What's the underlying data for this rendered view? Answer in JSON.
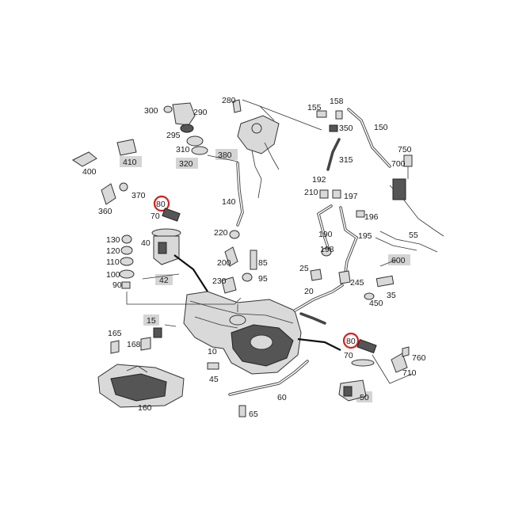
{
  "callouts": {
    "l300": "300",
    "l290": "290",
    "l280": "280",
    "l295": "295",
    "l310": "310",
    "l380": "380",
    "l320": "320",
    "l155": "155",
    "l158": "158",
    "l350": "350",
    "l150": "150",
    "l315": "315",
    "l400": "400",
    "l410": "410",
    "l750": "750",
    "l700": "700",
    "l192": "192",
    "l210": "210",
    "l197": "197",
    "l196": "196",
    "l140": "140",
    "l370": "370",
    "l360": "360",
    "l80a": "80",
    "l70a": "70",
    "l190": "190",
    "l195": "195",
    "l55": "55",
    "l220": "220",
    "l130": "130",
    "l40": "40",
    "l120": "120",
    "l110": "110",
    "l100": "100",
    "l90": "90",
    "l200": "200",
    "l85": "85",
    "l95": "95",
    "l230": "230",
    "l198": "198",
    "l600": "600",
    "l25": "25",
    "l245": "245",
    "l42": "42",
    "l20": "20",
    "l450": "450",
    "l35": "35",
    "l15": "15",
    "l165": "165",
    "l168": "168",
    "l80b": "80",
    "l760": "760",
    "l10": "10",
    "l70b": "70",
    "l710": "710",
    "l45": "45",
    "l60": "60",
    "l50": "50",
    "l160": "160",
    "l65": "65"
  },
  "highlight_color": "#d81e1e",
  "label_box_color": "#d4d4d4"
}
